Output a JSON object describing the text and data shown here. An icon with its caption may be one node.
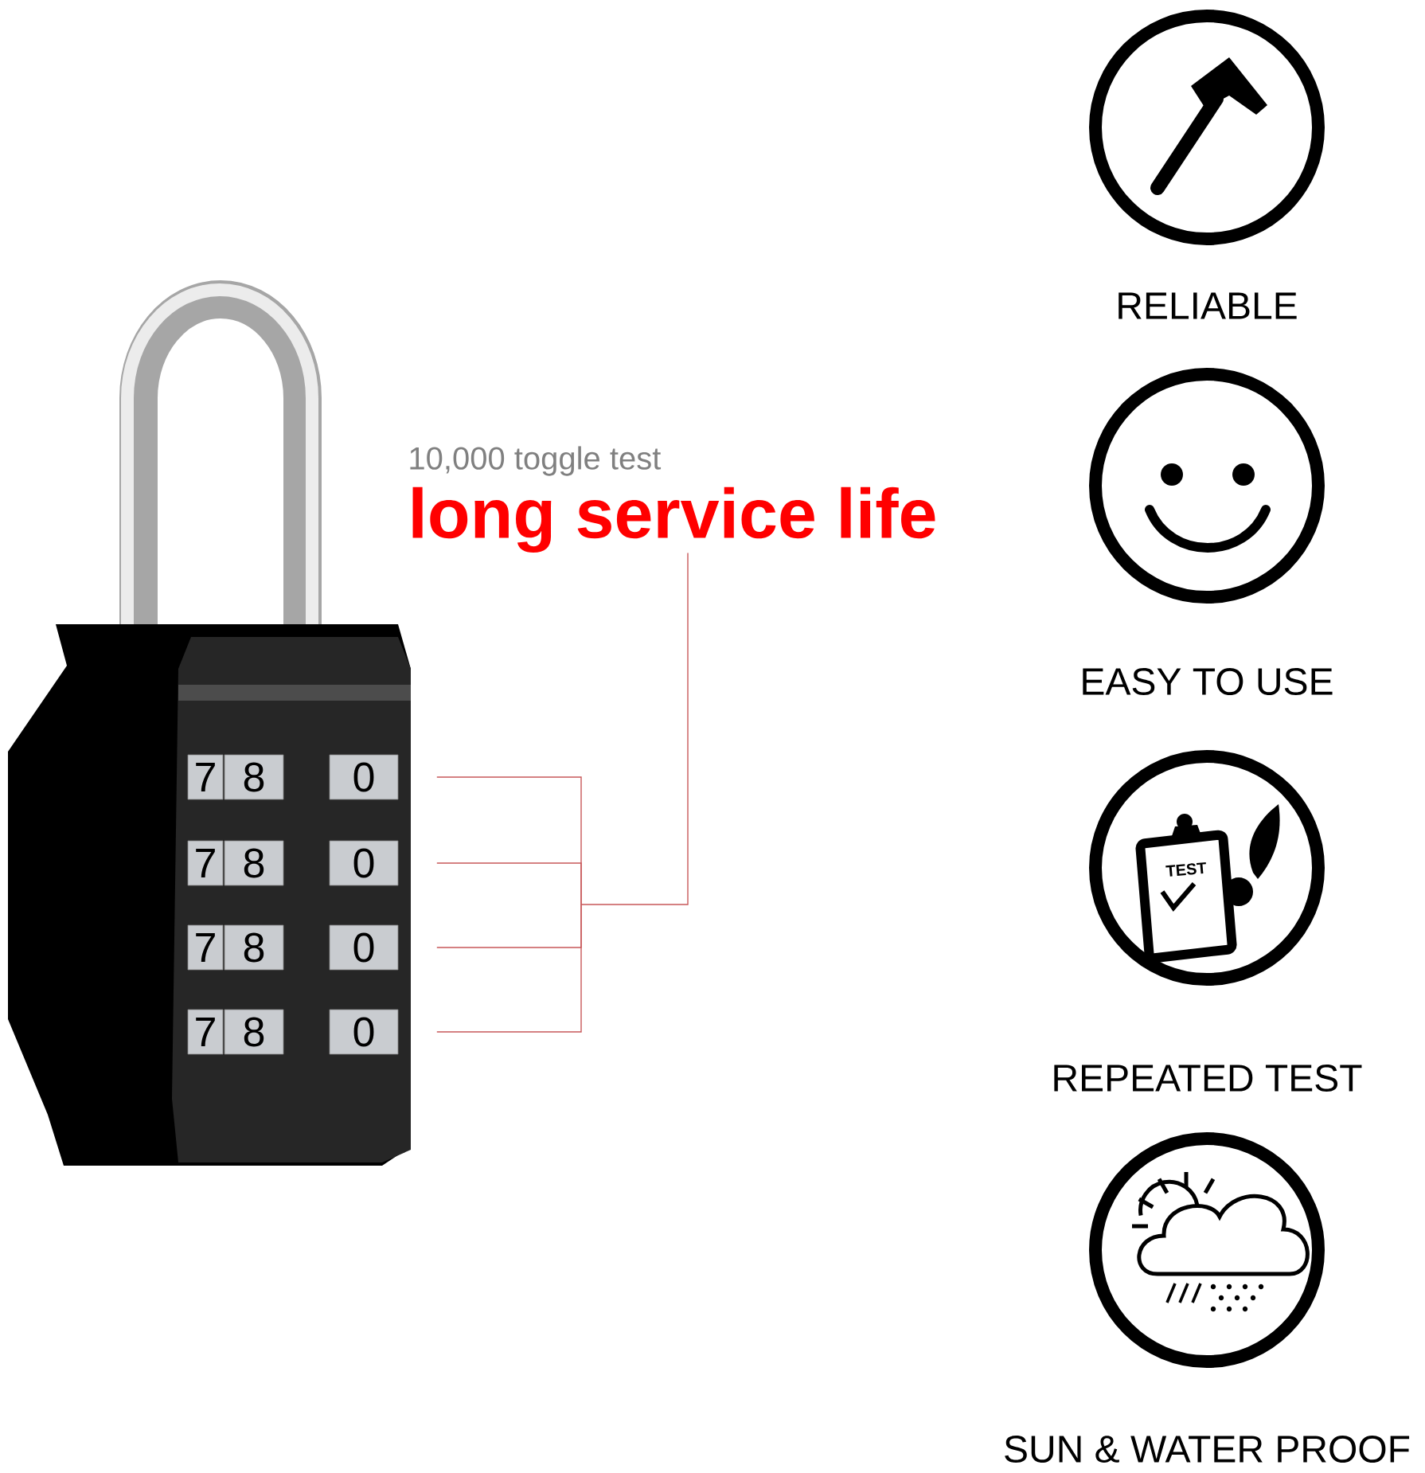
{
  "diagram": {
    "nodes": [
      {
        "text": [
          "10,000 toggle test",
          "long service life"
        ]
      },
      {
        "text": [
          "7",
          "8",
          "0"
        ]
      },
      {
        "text": [
          "7",
          "8",
          "0"
        ]
      },
      {
        "text": [
          "7",
          "8",
          "0"
        ]
      },
      {
        "text": [
          "7",
          "8",
          "0"
        ]
      },
      {
        "text": [
          "RELIABLE"
        ]
      },
      {
        "text": [
          "EASY TO USE"
        ]
      },
      {
        "text": [
          "REPEATED TEST"
        ]
      },
      {
        "text": [
          "SUN & WATER PROOF"
        ]
      }
    ],
    "edges": [
      {
        "from": 0,
        "to": 1,
        "arrow": "none"
      },
      {
        "from": 0,
        "to": 2,
        "arrow": "none"
      },
      {
        "from": 0,
        "to": 3,
        "arrow": "none"
      },
      {
        "from": 0,
        "to": 4,
        "arrow": "none"
      }
    ],
    "labels": [
      "TEST"
    ]
  }
}
